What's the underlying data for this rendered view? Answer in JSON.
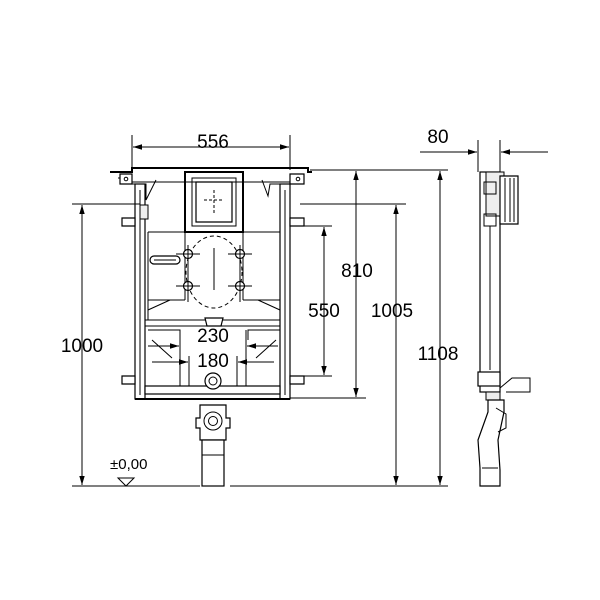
{
  "dimensions": {
    "frame_width": "556",
    "side_depth": "80",
    "total_height_left": "1000",
    "height_810": "810",
    "height_550": "550",
    "height_1005": "1005",
    "height_1108": "1108",
    "spacing_230": "230",
    "spacing_180": "180",
    "floor_level": "±0,00"
  }
}
